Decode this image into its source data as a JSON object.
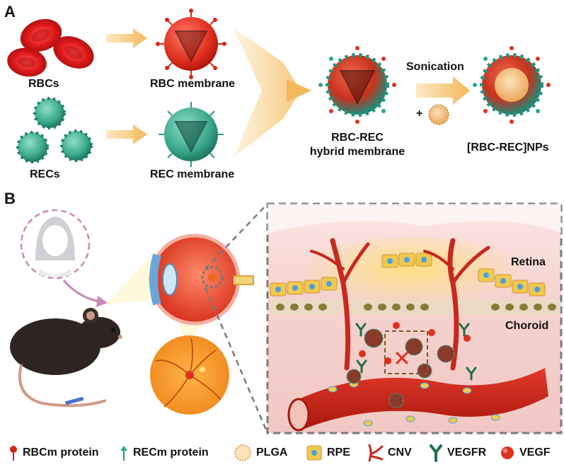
{
  "panels": {
    "a": "A",
    "b": "B"
  },
  "labels": {
    "rbcs": "RBCs",
    "rbc_membrane": "RBC membrane",
    "recs": "RECs",
    "rec_membrane": "REC membrane",
    "hybrid_line1": "RBC-REC",
    "hybrid_line2": "hybrid membrane",
    "sonication": "Sonication",
    "plus": "+",
    "nps": "[RBC-REC]NPs",
    "retina": "Retina",
    "choroid": "Choroid"
  },
  "legend": [
    {
      "icon": "rbcm-protein-icon",
      "label": "RBCm protein"
    },
    {
      "icon": "recm-protein-icon",
      "label": "RECm protein"
    },
    {
      "icon": "plga-icon",
      "label": "PLGA"
    },
    {
      "icon": "rpe-icon",
      "label": "RPE"
    },
    {
      "icon": "cnv-icon",
      "label": "CNV"
    },
    {
      "icon": "vegfr-icon",
      "label": "VEGFR"
    },
    {
      "icon": "vegf-icon",
      "label": "VEGF"
    }
  ],
  "colors": {
    "rbc_red": "#e02020",
    "rec_teal": "#3aa88c",
    "vessel_red": "#c8281e",
    "rpe_yellow": "#f2c94c",
    "vegfr_green": "#1f6f4a",
    "retina_bg": "#f6d3cf"
  }
}
